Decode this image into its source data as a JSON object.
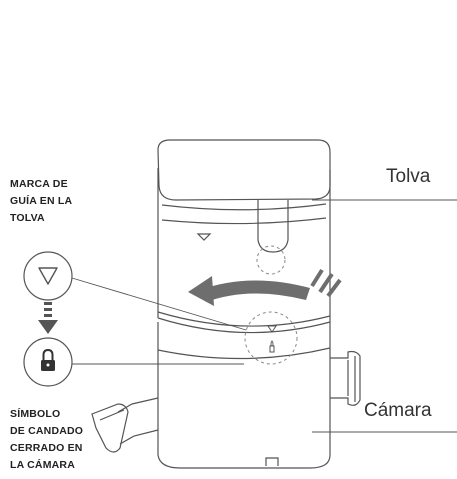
{
  "labels": {
    "hopper_mark": [
      "MARCA DE",
      "GUÍA EN LA",
      "TOLVA"
    ],
    "lock_symbol": [
      "SÍMBOLO",
      "DE CANDADO",
      "CERRADO EN",
      "LA CÁMARA"
    ],
    "hopper": "Tolva",
    "chamber": "Cámara"
  },
  "icons": {
    "triangle": "triangle-down-icon",
    "lock": "padlock-icon",
    "arrow_down": "arrow-down-icon",
    "rotate_arrow": "rotate-arrow-icon"
  },
  "colors": {
    "line": "#555555",
    "arrow": "#6e6e6e",
    "text": "#222222"
  }
}
